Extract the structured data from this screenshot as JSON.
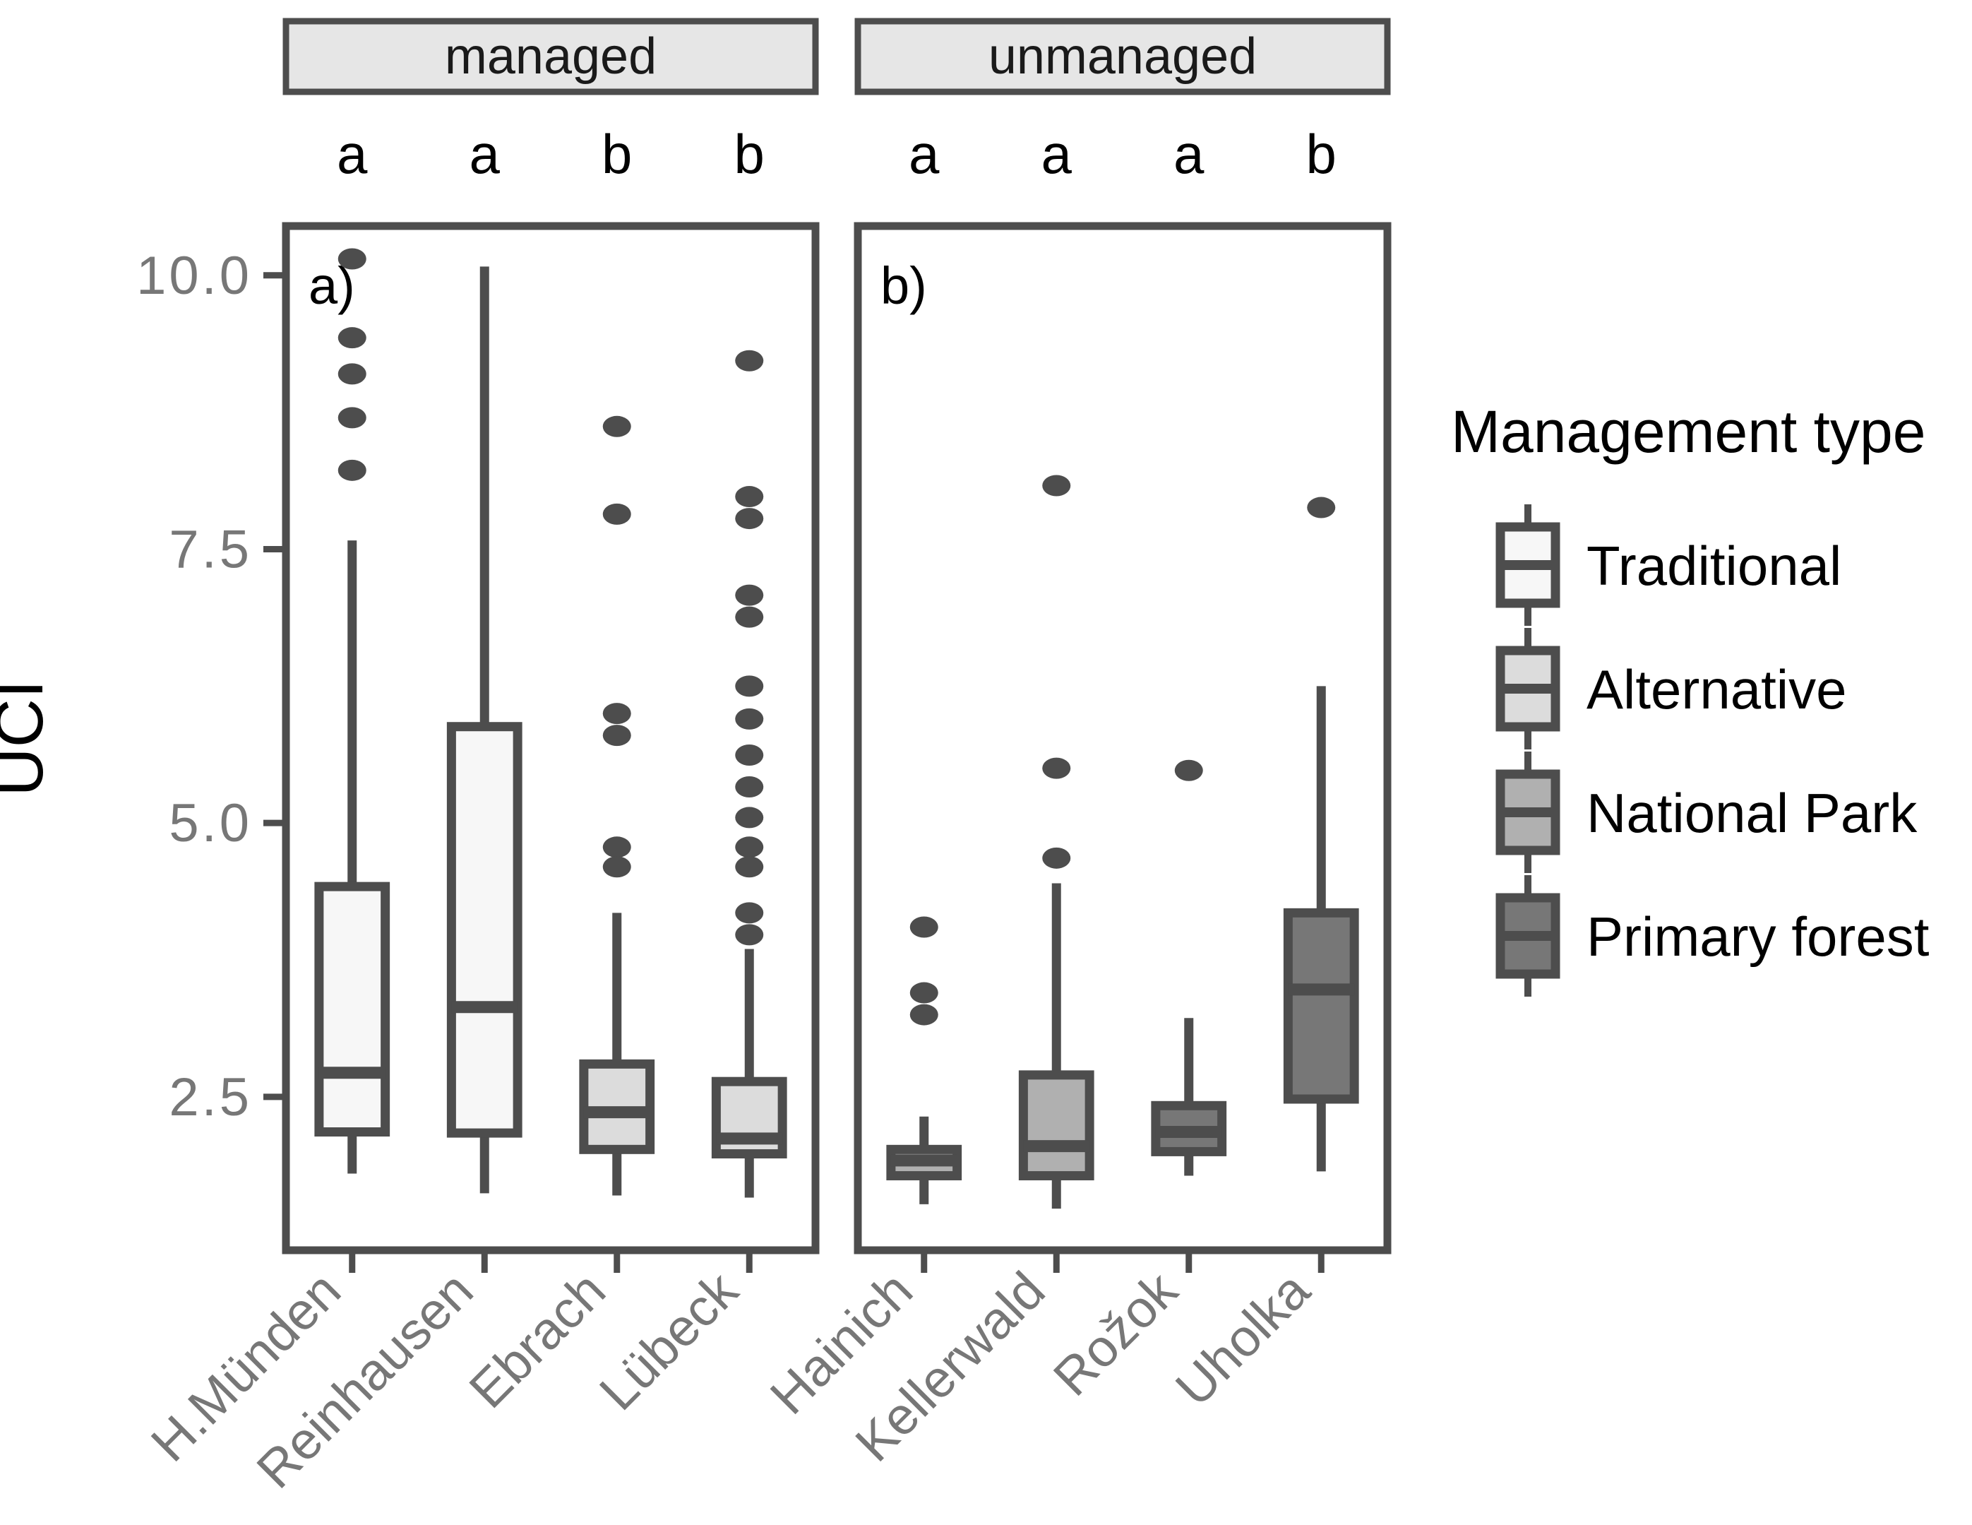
{
  "chart_data": {
    "type": "box",
    "title": "",
    "ylabel": "UCI",
    "xlabel": "",
    "ylim": [
      1.1,
      10.45
    ],
    "yticks": [
      2.5,
      5.0,
      7.5,
      10.0
    ],
    "ytick_labels": [
      "2.5",
      "5.0",
      "7.5",
      "10.0"
    ],
    "grid": false,
    "legend": {
      "title": "Management type",
      "position": "right",
      "entries": [
        {
          "label": "Traditional",
          "color": "#f7f7f7"
        },
        {
          "label": "Alternative",
          "color": "#dcdcdc"
        },
        {
          "label": "National Park",
          "color": "#b0b0b0"
        },
        {
          "label": "Primary forest",
          "color": "#777777"
        }
      ]
    },
    "panels": [
      {
        "strip_label": "managed",
        "panel_tag": "a)",
        "categories": [
          "H.Münden",
          "Reinhausen",
          "Ebrach",
          "Lübeck"
        ],
        "significance_letters": [
          "a",
          "a",
          "b",
          "b"
        ],
        "boxes": [
          {
            "category": "H.Münden",
            "management_type": "Traditional",
            "color": "#f7f7f7",
            "lower_whisker": 1.8,
            "q1": 2.18,
            "median": 2.72,
            "q3": 4.42,
            "upper_whisker": 7.58,
            "outliers": [
              10.15,
              9.43,
              9.1,
              8.7,
              8.22
            ]
          },
          {
            "category": "Reinhausen",
            "management_type": "Traditional",
            "color": "#f7f7f7",
            "lower_whisker": 1.62,
            "q1": 2.17,
            "median": 3.32,
            "q3": 5.88,
            "upper_whisker": 10.08,
            "outliers": []
          },
          {
            "category": "Ebrach",
            "management_type": "Alternative",
            "color": "#dcdcdc",
            "lower_whisker": 1.6,
            "q1": 2.02,
            "median": 2.36,
            "q3": 2.8,
            "upper_whisker": 4.18,
            "outliers": [
              8.62,
              7.82,
              6.0,
              5.8,
              4.78,
              4.6
            ]
          },
          {
            "category": "Lübeck",
            "management_type": "Alternative",
            "color": "#dcdcdc",
            "lower_whisker": 1.58,
            "q1": 1.98,
            "median": 2.12,
            "q3": 2.64,
            "upper_whisker": 3.85,
            "outliers": [
              9.22,
              7.98,
              7.78,
              7.08,
              6.88,
              6.25,
              5.95,
              5.62,
              5.33,
              5.05,
              4.78,
              4.6,
              4.18,
              3.98
            ]
          }
        ]
      },
      {
        "strip_label": "unmanaged",
        "panel_tag": "b)",
        "categories": [
          "Hainich",
          "Kellerwald",
          "Rožok",
          "Uholka"
        ],
        "significance_letters": [
          "a",
          "a",
          "a",
          "b"
        ],
        "boxes": [
          {
            "category": "Hainich",
            "management_type": "National Park",
            "color": "#b0b0b0",
            "lower_whisker": 1.52,
            "q1": 1.78,
            "median": 1.92,
            "q3": 2.02,
            "upper_whisker": 2.32,
            "outliers": [
              4.05,
              3.45,
              3.25
            ]
          },
          {
            "category": "Kellerwald",
            "management_type": "National Park",
            "color": "#b0b0b0",
            "lower_whisker": 1.48,
            "q1": 1.78,
            "median": 2.05,
            "q3": 2.7,
            "upper_whisker": 4.45,
            "outliers": [
              8.08,
              5.5,
              4.68
            ]
          },
          {
            "category": "Rožok",
            "management_type": "Primary forest",
            "color": "#777777",
            "lower_whisker": 1.78,
            "q1": 2.0,
            "median": 2.18,
            "q3": 2.42,
            "upper_whisker": 3.22,
            "outliers": [
              5.48
            ]
          },
          {
            "category": "Uholka",
            "management_type": "Primary forest",
            "color": "#777777",
            "lower_whisker": 1.82,
            "q1": 2.48,
            "median": 3.48,
            "q3": 4.18,
            "upper_whisker": 6.25,
            "outliers": [
              7.88
            ]
          }
        ]
      }
    ],
    "style": {
      "stroke": "#4d4d4d",
      "axis_text": "#777777",
      "strip_fill": "#e6e6e6",
      "label_text": "#000000"
    }
  }
}
